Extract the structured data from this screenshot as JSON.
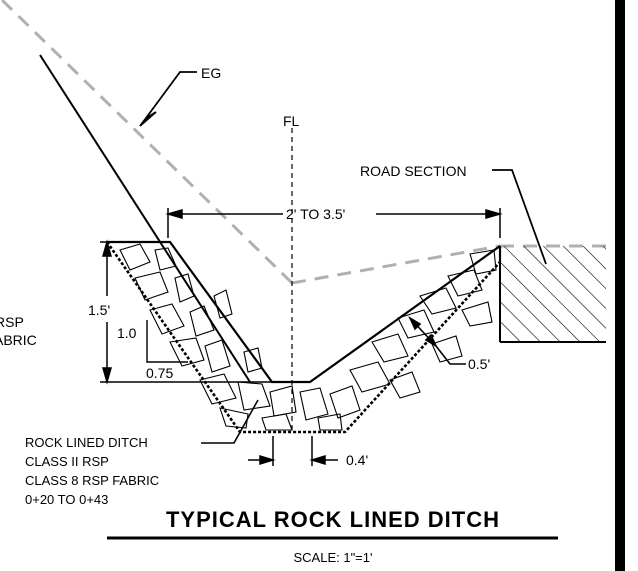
{
  "labels": {
    "eg": "EG",
    "fl": "FL",
    "road_section": "ROAD SECTION",
    "top_width": "2' TO 3.5'",
    "depth": "1.5'",
    "slope_rise": "1.0",
    "slope_run": "0.75",
    "thickness": "0.5'",
    "bottom_width": "0.4'",
    "left_clip_1": "RSP",
    "left_clip_2": "ABRIC",
    "note": [
      "ROCK LINED DITCH",
      "CLASS II RSP",
      "CLASS 8 RSP FABRIC",
      "0+20 TO 0+43"
    ],
    "title": "TYPICAL ROCK LINED DITCH",
    "scale": "SCALE: 1\"=1'"
  },
  "colors": {
    "line": "#000000",
    "ground": "#b0b0b0",
    "frame": "#000000"
  }
}
